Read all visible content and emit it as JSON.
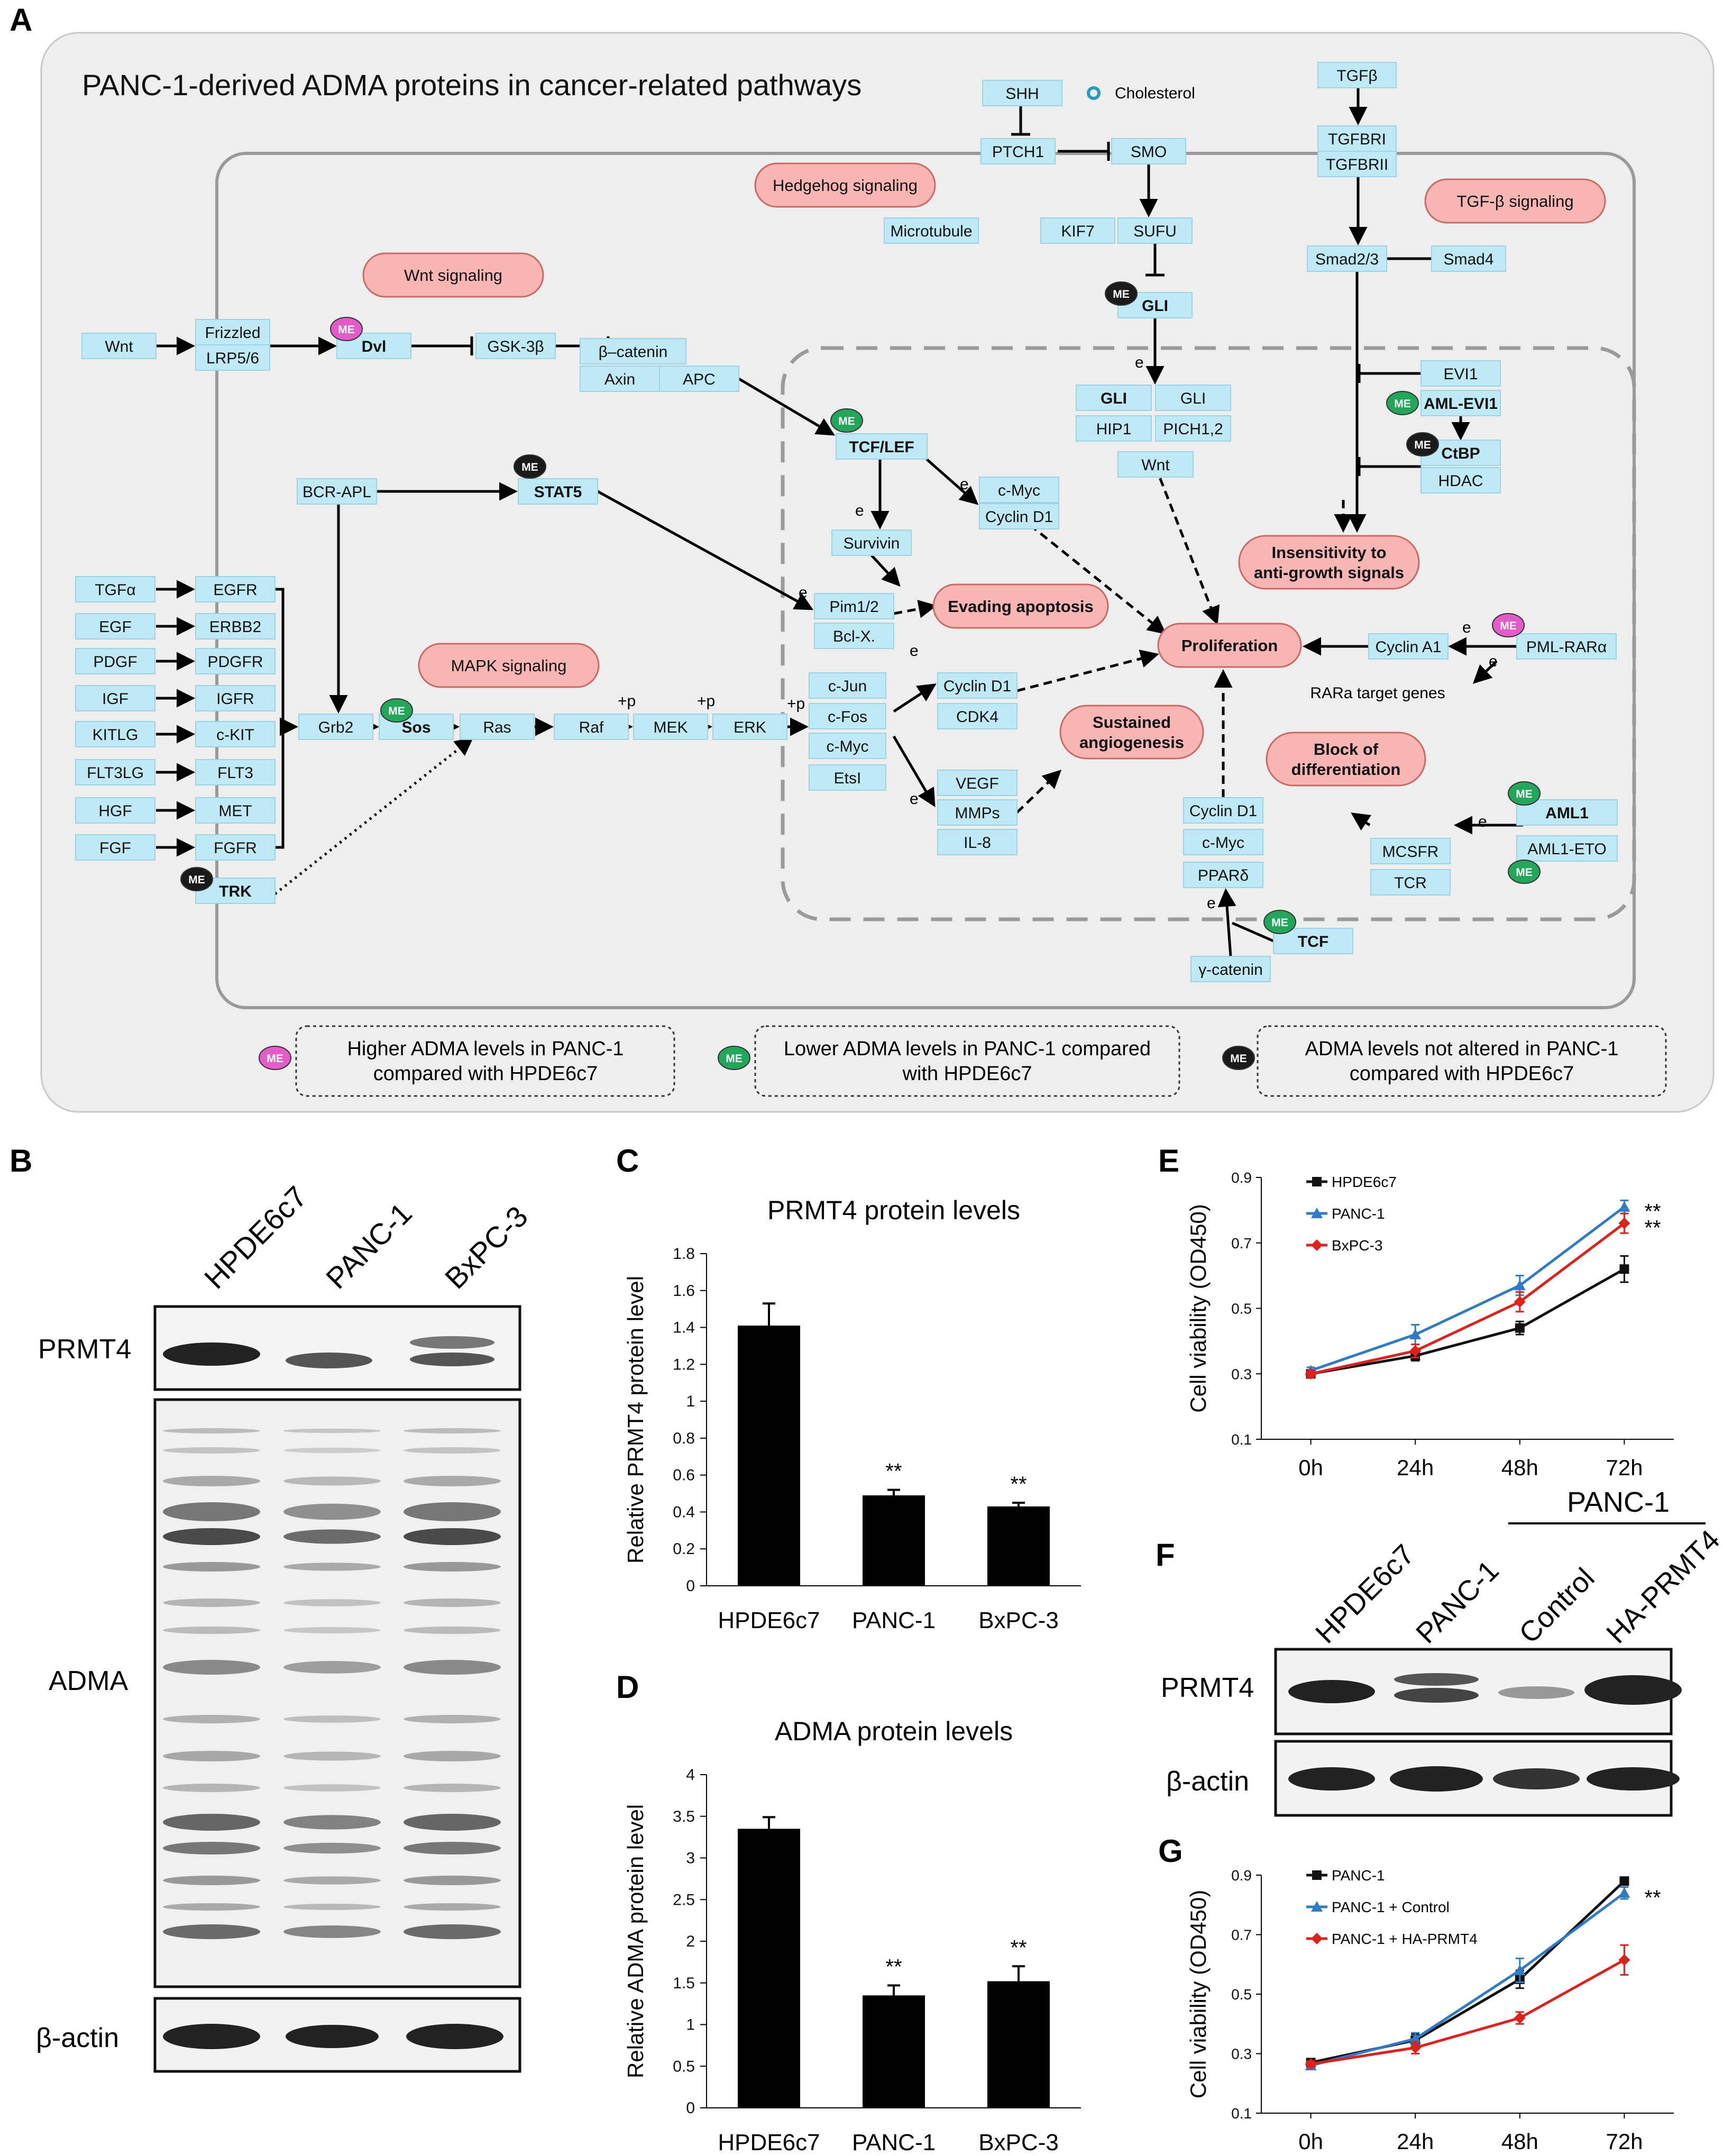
{
  "panels": {
    "A": "A",
    "B": "B",
    "C": "C",
    "D": "D",
    "E": "E",
    "F": "F",
    "G": "G"
  },
  "pathway": {
    "title": "PANC-1-derived ADMA proteins in cancer-related pathways",
    "me": "ME",
    "pathways": {
      "hedgehog": "Hedgehog signaling",
      "tgf": "TGF-β signaling",
      "wnt": "Wnt signaling",
      "mapk": "MAPK signaling"
    },
    "outcomes": {
      "evading": "Evading apoptosis",
      "proliferation": "Proliferation",
      "insensitivity1": "Insensitivity to",
      "insensitivity2": "anti-growth signals",
      "sustained1": "Sustained",
      "sustained2": "angiogenesis",
      "block1": "Block of",
      "block2": "differentiation"
    },
    "nodes": {
      "shh": "SHH",
      "cholesterol": "Cholesterol",
      "ptch1": "PTCH1",
      "smo": "SMO",
      "microtubule": "Microtubule",
      "kif7": "KIF7",
      "sufu": "SUFU",
      "gli_top": "GLI",
      "gli_a": "GLI",
      "gli_b": "GLI",
      "hip1": "HIP1",
      "pich": "PICH1,2",
      "wnt_t": "Wnt",
      "tgfb": "TGFβ",
      "tgfbri": "TGFBRI",
      "tgfbrii": "TGFBRII",
      "smad23": "Smad2/3",
      "smad4": "Smad4",
      "evi1": "EVI1",
      "amlevi1": "AML-EVI1",
      "ctbp": "CtBP",
      "hdac": "HDAC",
      "wnt": "Wnt",
      "frizzled": "Frizzled",
      "lrp": "LRP5/6",
      "dvl": "Dvl",
      "gsk": "GSK-3β",
      "bcat": "β–catenin",
      "axin": "Axin",
      "apc": "APC",
      "tcflef": "TCF/LEF",
      "cmyc1": "c-Myc",
      "cycd1a": "Cyclin D1",
      "survivin": "Survivin",
      "bcrapl": "BCR-APL",
      "stat5": "STAT5",
      "pim": "Pim1/2",
      "bclx": "Bcl-X.",
      "tgfa": "TGFα",
      "egf": "EGF",
      "pdgf": "PDGF",
      "igf": "IGF",
      "kitlg": "KITLG",
      "flt3lg": "FLT3LG",
      "hgf": "HGF",
      "fgf": "FGF",
      "egfr": "EGFR",
      "erbb2": "ERBB2",
      "pdgfr": "PDGFR",
      "igfr": "IGFR",
      "ckit": "c-KIT",
      "flt3": "FLT3",
      "met": "MET",
      "fgfr": "FGFR",
      "trk": "TRK",
      "grb2": "Grb2",
      "sos": "Sos",
      "ras": "Ras",
      "raf": "Raf",
      "mek": "MEK",
      "erk": "ERK",
      "cjun": "c-Jun",
      "cfos": "c-Fos",
      "cmyc2": "c-Myc",
      "etsl": "EtsI",
      "cycd1b": "Cyclin D1",
      "cdk4": "CDK4",
      "vegf": "VEGF",
      "mmps": "MMPs",
      "il8": "IL-8",
      "cyca1": "Cyclin A1",
      "pml": "PML-RARα",
      "rara": "RARa target genes",
      "aml1": "AML1",
      "aml1eto": "AML1-ETO",
      "mcsfr": "MCSFR",
      "tcr": "TCR",
      "cycd1c": "Cyclin D1",
      "cmyc3": "c-Myc",
      "ppard": "PPARδ",
      "tcf": "TCF",
      "gcat": "γ-catenin"
    },
    "marks": {
      "e": "e",
      "p": "+p"
    },
    "legend": {
      "higher1": "Higher ADMA levels in PANC-1",
      "higher2": "compared with HPDE6c7",
      "lower1": "Lower ADMA levels in PANC-1 compared",
      "lower2": "with HPDE6c7",
      "notalt1": "ADMA levels not altered in PANC-1",
      "notalt2": "compared with HPDE6c7"
    },
    "colors": {
      "node": "#bfe9f5",
      "outcome": "#f7b6b3",
      "higher": "#e25bc6",
      "lower": "#22a65a",
      "notaltered": "#1a1a1a",
      "panel_bg": "#eeeeee"
    }
  },
  "blotB": {
    "lanes": [
      "HPDE6c7",
      "PANC-1",
      "BxPC-3"
    ],
    "rows": [
      "PRMT4",
      "ADMA",
      "β-actin"
    ]
  },
  "blotF": {
    "lanes": [
      "HPDE6c7",
      "PANC-1",
      "Control",
      "HA-PRMT4"
    ],
    "group": "PANC-1",
    "rows": [
      "PRMT4",
      "β-actin"
    ]
  },
  "chart_data": [
    {
      "panel": "C",
      "type": "bar",
      "title": "PRMT4 protein levels",
      "ylabel": "Relative PRMT4 protein level",
      "categories": [
        "HPDE6c7",
        "PANC-1",
        "BxPC-3"
      ],
      "values": [
        1.41,
        0.49,
        0.43
      ],
      "errors": [
        0.12,
        0.03,
        0.02
      ],
      "sig": [
        "",
        "**",
        "**"
      ],
      "ylim": [
        0,
        1.8
      ],
      "yticks": [
        0,
        0.2,
        0.4,
        0.6,
        0.8,
        1,
        1.2,
        1.4,
        1.6,
        1.8
      ]
    },
    {
      "panel": "D",
      "type": "bar",
      "title": "ADMA protein levels",
      "ylabel": "Relative ADMA protein level",
      "categories": [
        "HPDE6c7",
        "PANC-1",
        "BxPC-3"
      ],
      "values": [
        3.35,
        1.35,
        1.52
      ],
      "errors": [
        0.14,
        0.12,
        0.18
      ],
      "sig": [
        "",
        "**",
        "**"
      ],
      "ylim": [
        0,
        4
      ],
      "yticks": [
        0,
        0.5,
        1,
        1.5,
        2,
        2.5,
        3,
        3.5,
        4
      ]
    },
    {
      "panel": "E",
      "type": "line",
      "ylabel": "Cell viability (OD450)",
      "x": [
        "0h",
        "24h",
        "48h",
        "72h"
      ],
      "ylim": [
        0.1,
        0.9
      ],
      "yticks": [
        0.1,
        0.3,
        0.5,
        0.7,
        0.9
      ],
      "series": [
        {
          "name": "HPDE6c7",
          "values": [
            0.3,
            0.355,
            0.44,
            0.62
          ],
          "errors": [
            0.01,
            0.015,
            0.02,
            0.04
          ],
          "color": "#111111",
          "marker": "square"
        },
        {
          "name": "PANC-1",
          "values": [
            0.31,
            0.42,
            0.57,
            0.81
          ],
          "errors": [
            0.01,
            0.03,
            0.03,
            0.02
          ],
          "color": "#2e7cc6",
          "marker": "triangle"
        },
        {
          "name": "BxPC-3",
          "values": [
            0.3,
            0.37,
            0.52,
            0.76
          ],
          "errors": [
            0.01,
            0.02,
            0.03,
            0.03
          ],
          "color": "#e0201b",
          "marker": "diamond"
        }
      ],
      "sig": [
        "**",
        "**"
      ]
    },
    {
      "panel": "G",
      "type": "line",
      "ylabel": "Cell viability (OD450)",
      "x": [
        "0h",
        "24h",
        "48h",
        "72h"
      ],
      "ylim": [
        0.1,
        0.9
      ],
      "yticks": [
        0.1,
        0.3,
        0.5,
        0.7,
        0.9
      ],
      "series": [
        {
          "name": "PANC-1",
          "values": [
            0.27,
            0.345,
            0.55,
            0.88
          ],
          "errors": [
            0.01,
            0.02,
            0.03,
            0.01
          ],
          "color": "#111111",
          "marker": "square"
        },
        {
          "name": "PANC-1 + Control",
          "values": [
            0.26,
            0.35,
            0.58,
            0.84
          ],
          "errors": [
            0.01,
            0.02,
            0.04,
            0.02
          ],
          "color": "#2e7cc6",
          "marker": "triangle"
        },
        {
          "name": "PANC-1 + HA-PRMT4",
          "values": [
            0.265,
            0.32,
            0.42,
            0.615
          ],
          "errors": [
            0.01,
            0.02,
            0.02,
            0.05
          ],
          "color": "#e0201b",
          "marker": "diamond"
        }
      ],
      "sig": [
        "**"
      ]
    }
  ]
}
